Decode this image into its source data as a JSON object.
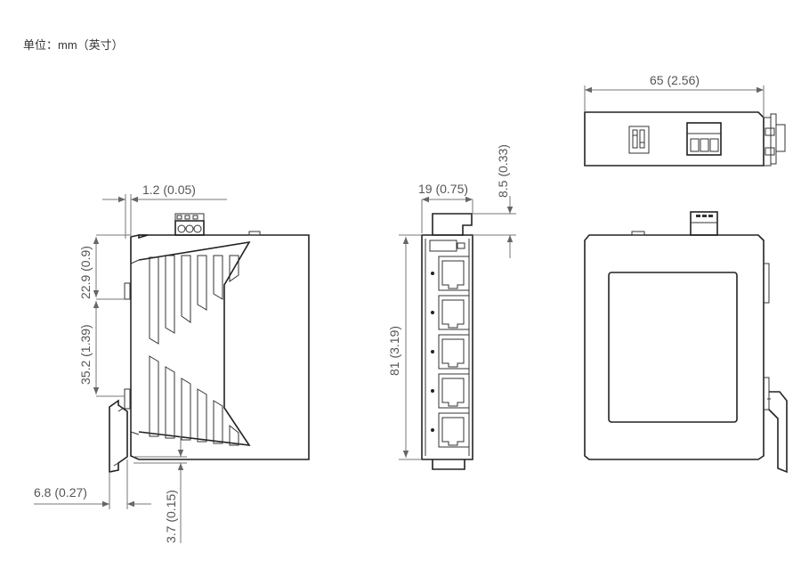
{
  "unit_note": "单位：mm（英寸）",
  "dimensions": {
    "width_top": "65 (2.56)",
    "thickness_side": "1.2 (0.05)",
    "front_width": "19 (0.75)",
    "connector_height": "8.5 (0.33)",
    "upper_height": "22.9 (0.9)",
    "mid_height": "35.2 (1.39)",
    "front_height": "81 (3.19)",
    "clip_depth": "6.8 (0.27)",
    "clip_height": "3.7 (0.15)"
  }
}
